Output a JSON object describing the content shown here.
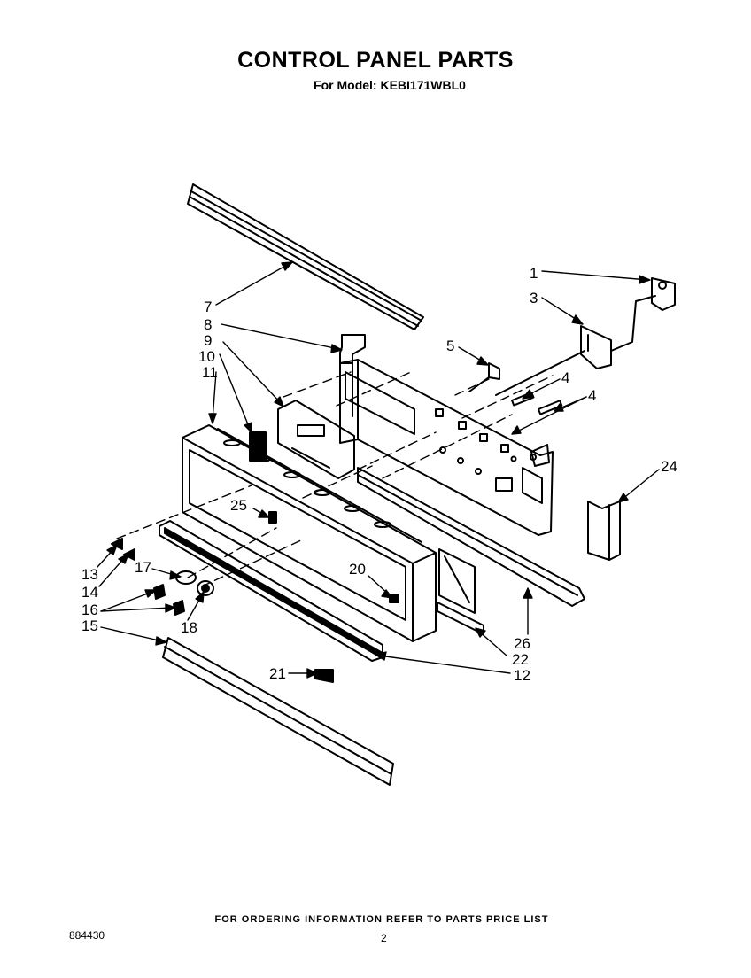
{
  "header": {
    "title": "CONTROL PANEL PARTS",
    "subtitle": "For Model: KEBI171WBL0"
  },
  "callouts": [
    "1",
    "3",
    "4",
    "4",
    "5",
    "7",
    "8",
    "9",
    "10",
    "11",
    "24",
    "25",
    "13",
    "14",
    "17",
    "16",
    "15",
    "18",
    "20",
    "26",
    "22",
    "21",
    "12"
  ],
  "footer": {
    "note": "FOR ORDERING INFORMATION REFER TO PARTS PRICE LIST",
    "doc_number": "884430",
    "page_number": "2"
  }
}
